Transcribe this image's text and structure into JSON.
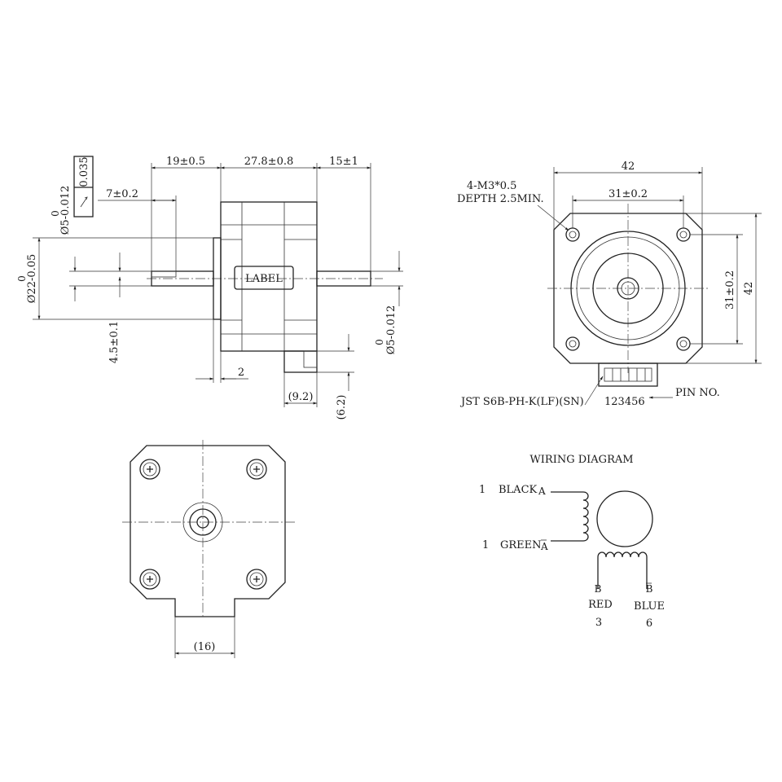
{
  "side_view": {
    "dim_front_shaft": "19±0.5",
    "dim_body_length": "27.8±0.8",
    "dim_rear_shaft": "15±1",
    "dim_flat_length": "7±0.2",
    "dim_flat_depth": "4.5±0.1",
    "dim_boss_height": "2",
    "dim_connector_length": "(9.2)",
    "dim_connector_height": "(6.2)",
    "label_text": "LABEL",
    "tol_zero_a": "0",
    "front_shaft_dia": "Ø5-0.012",
    "tol_zero_b": "0",
    "boss_dia": "Ø22-0.05",
    "tol_zero_c": "0",
    "rear_shaft_dia": "Ø5-0.012",
    "runout_value": "0.035"
  },
  "front_view": {
    "mount_holes": "4-M3*0.5",
    "hole_depth": "DEPTH 2.5MIN.",
    "dim_width": "42",
    "dim_hole_spacing_h": "31±0.2",
    "dim_hole_spacing_v": "31±0.2",
    "dim_height": "42",
    "connector_part": "JST S6B-PH-K(LF)(SN)",
    "pin_numbers": "123456",
    "pin_label": "PIN NO."
  },
  "rear_view": {
    "dim_tab_width": "(16)"
  },
  "wiring": {
    "title": "WIRING DIAGRAM",
    "black_pin": "1",
    "black_label": "BLACK",
    "black_phase": "A",
    "green_pin": "1",
    "green_label": "GREEN",
    "green_phase": "A",
    "red_phase": "B",
    "red_label": "RED",
    "red_pin": "3",
    "blue_phase": "B",
    "blue_label": "BLUE",
    "blue_pin": "6"
  }
}
